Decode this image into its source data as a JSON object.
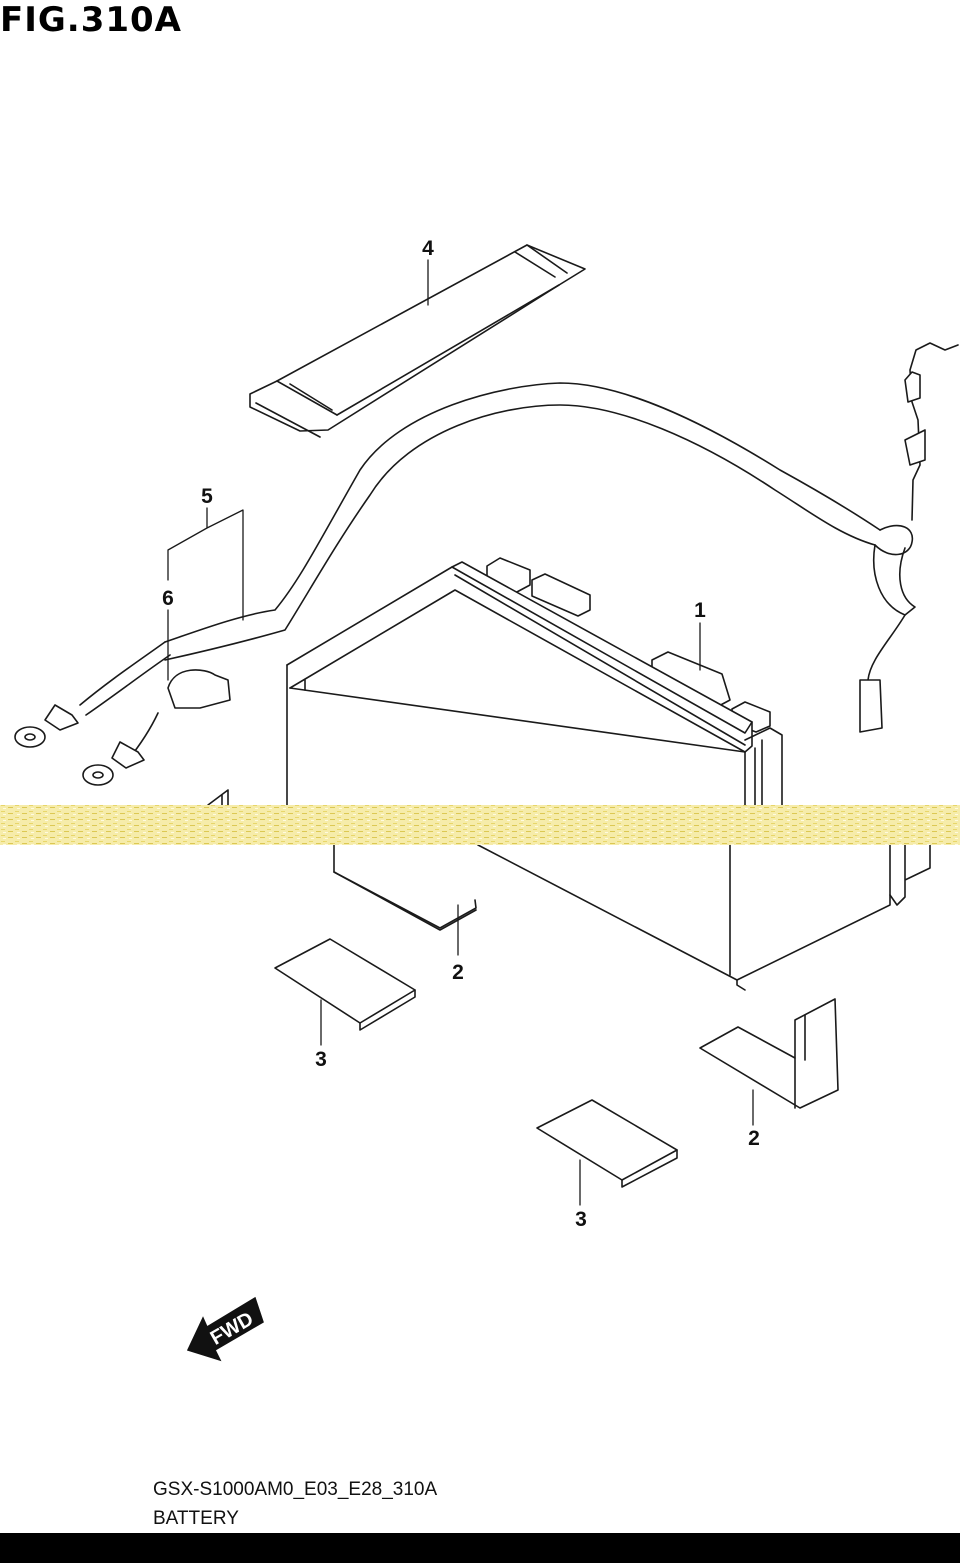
{
  "figure": {
    "title": "FIG.310A"
  },
  "callouts": [
    {
      "id": "1",
      "label": "1"
    },
    {
      "id": "2a",
      "label": "2"
    },
    {
      "id": "2b",
      "label": "2"
    },
    {
      "id": "3a",
      "label": "3"
    },
    {
      "id": "3b",
      "label": "3"
    },
    {
      "id": "4",
      "label": "4"
    },
    {
      "id": "5",
      "label": "5"
    },
    {
      "id": "6",
      "label": "6"
    }
  ],
  "direction_indicator": {
    "label": "FWD",
    "icon": "forward-arrow-icon"
  },
  "footer": {
    "model_code": "GSX-S1000AM0_E03_E28_310A",
    "name": "BATTERY"
  },
  "colors": {
    "line": "#1a1a1a",
    "background": "#ffffff",
    "scan_artifact": "#f1e38a",
    "bar": "#000000"
  }
}
